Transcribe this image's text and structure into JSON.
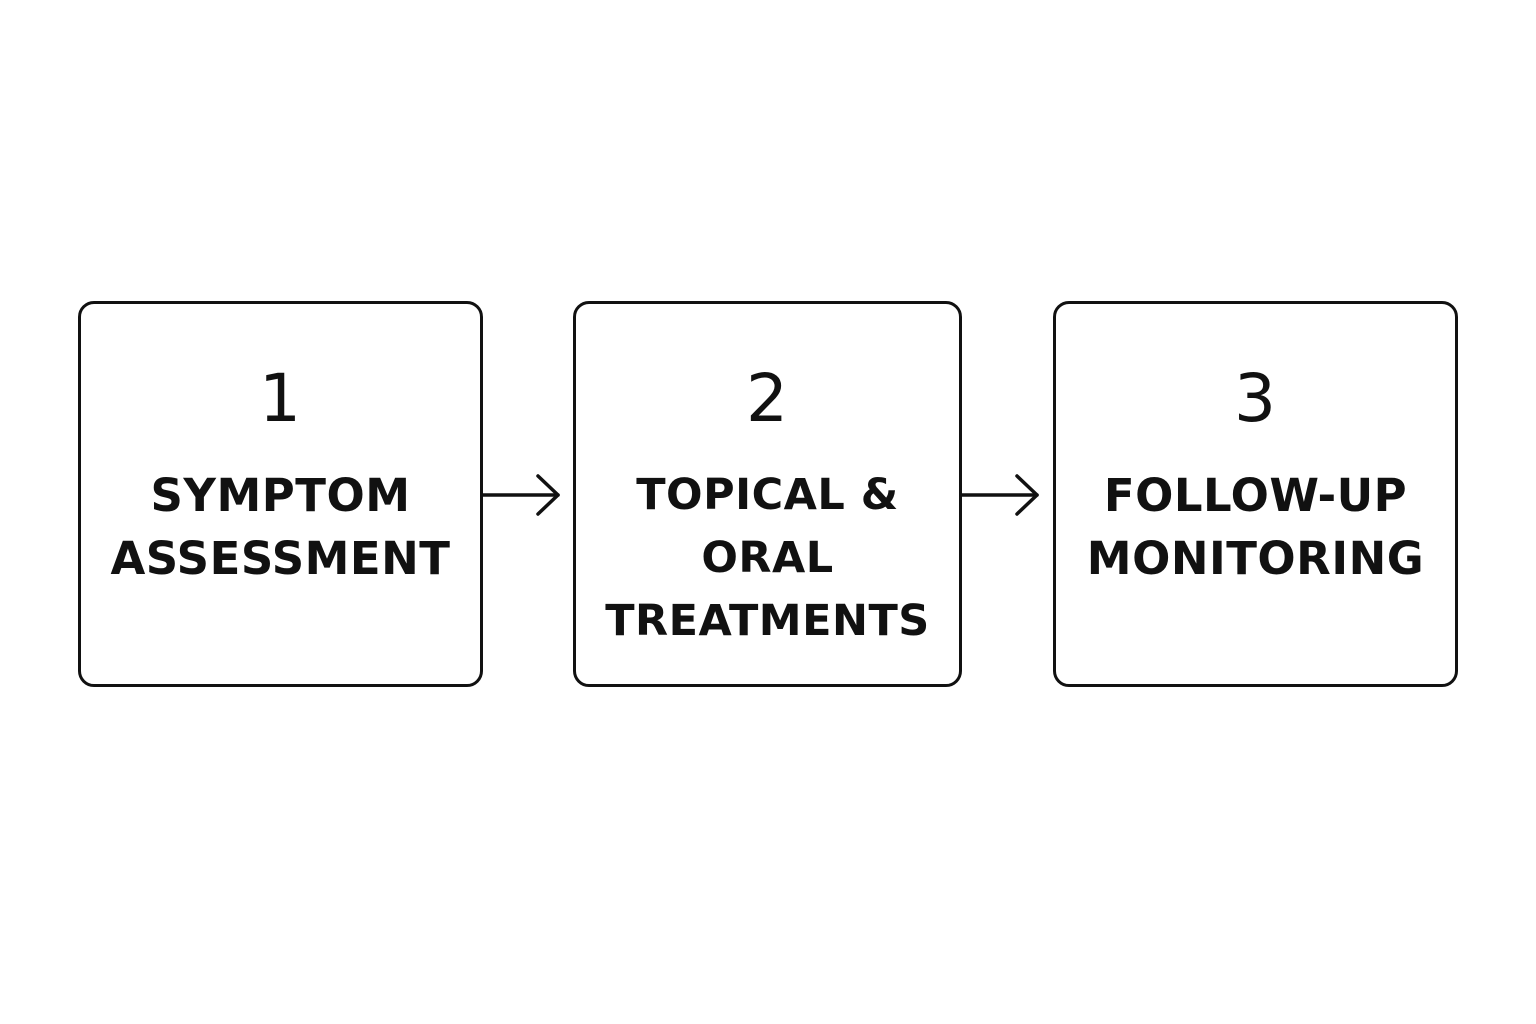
{
  "steps": [
    {
      "number": "1",
      "lines": [
        "SYMPTOM",
        "ASSESSMENT"
      ]
    },
    {
      "number": "2",
      "lines": [
        "TOPICAL &",
        "ORAL",
        "TREATMENTS"
      ]
    },
    {
      "number": "3",
      "lines": [
        "FOLLOW-UP",
        "MONITORING"
      ]
    }
  ],
  "colors": {
    "stroke": "#111111",
    "background": "#ffffff"
  },
  "icons": [
    "arrow-right-icon",
    "arrow-right-icon"
  ]
}
